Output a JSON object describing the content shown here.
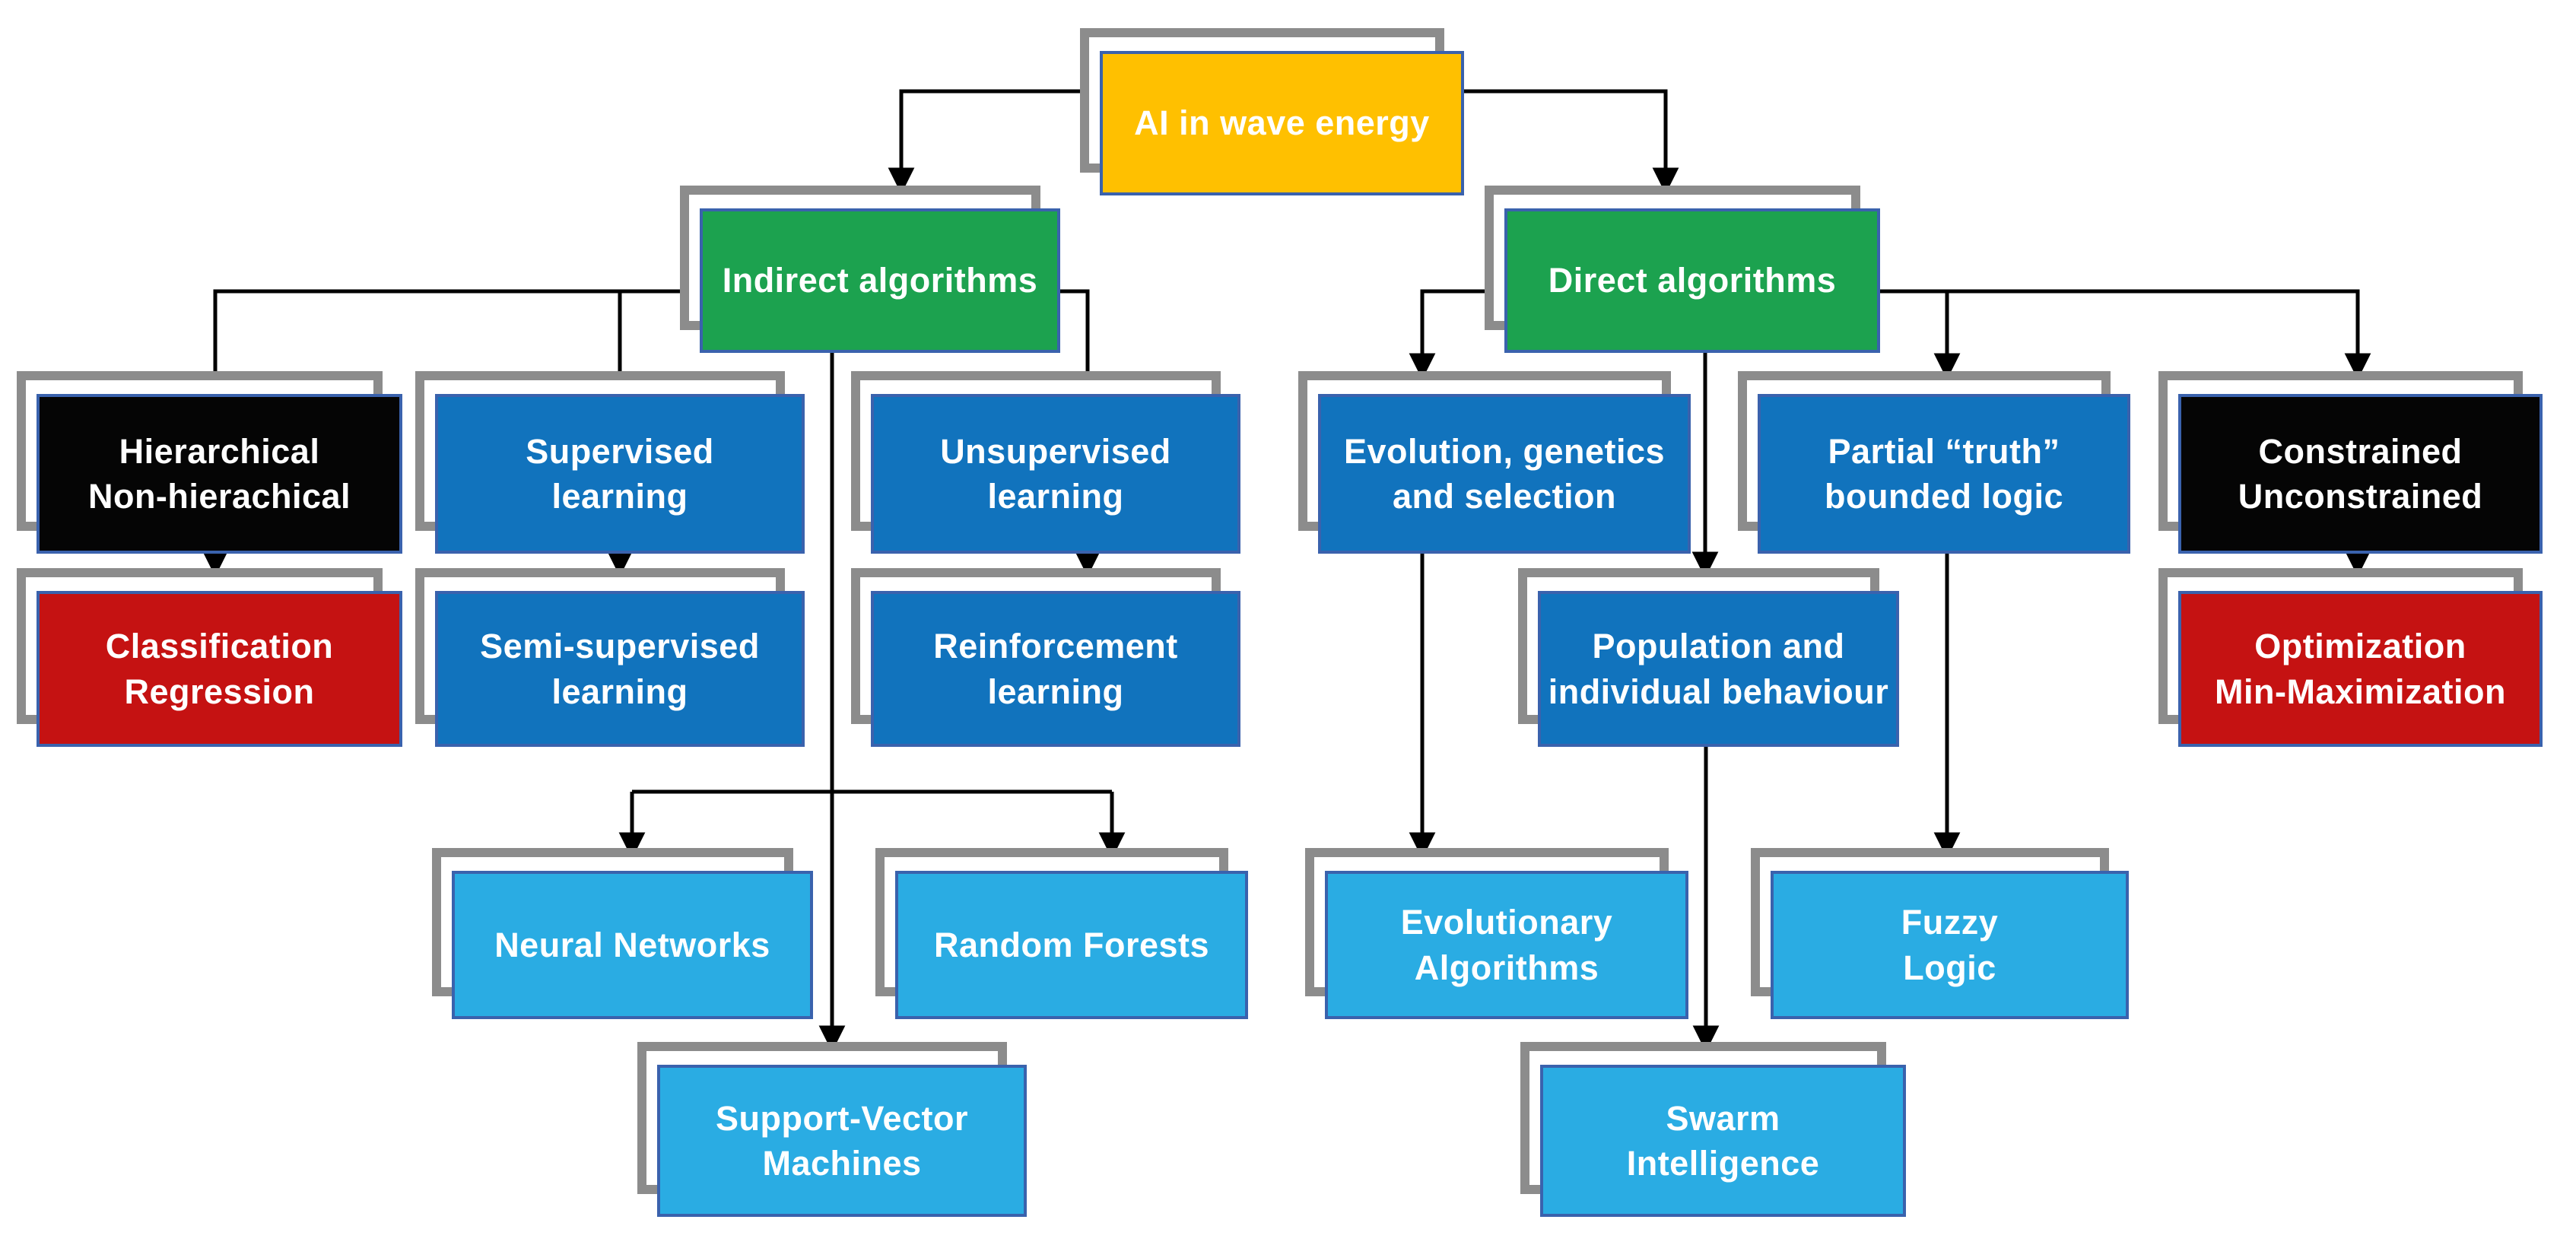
{
  "title": "AI in wave energy taxonomy diagram",
  "palette": {
    "root_fill": "#FFC000",
    "branch_fill": "#1CA24F",
    "category_fill": "#1173BD",
    "leaf_fill": "#2AACE3",
    "dual_option_fill": "#050505",
    "task_fill": "#C51212",
    "box_border": "#3A62AD",
    "shadow_border": "#8C8C8C",
    "connector": "#000000",
    "label_text": "#ffffff"
  },
  "nodes": {
    "root": {
      "label": "AI in wave energy",
      "fill": "#FFC000"
    },
    "indirect": {
      "label": "Indirect algorithms",
      "fill": "#1CA24F"
    },
    "direct": {
      "label": "Direct algorithms",
      "fill": "#1CA24F"
    },
    "hierarchical": {
      "label": "Hierarchical\nNon-hierachical",
      "fill": "#050505"
    },
    "supervised": {
      "label": "Supervised\nlearning",
      "fill": "#1173BD"
    },
    "unsupervised": {
      "label": "Unsupervised\nlearning",
      "fill": "#1173BD"
    },
    "evolution": {
      "label": "Evolution, genetics\nand selection",
      "fill": "#1173BD"
    },
    "partial_truth": {
      "label": "Partial “truth”\nbounded logic",
      "fill": "#1173BD"
    },
    "constrained": {
      "label": "Constrained\nUnconstrained",
      "fill": "#050505"
    },
    "classification": {
      "label": "Classification\nRegression",
      "fill": "#C51212"
    },
    "semi_supervised": {
      "label": "Semi-supervised\nlearning",
      "fill": "#1173BD"
    },
    "reinforcement": {
      "label": "Reinforcement\nlearning",
      "fill": "#1173BD"
    },
    "population": {
      "label": "Population and\nindividual behaviour",
      "fill": "#1173BD"
    },
    "optimization": {
      "label": "Optimization\nMin-Maximization",
      "fill": "#C51212"
    },
    "neural_networks": {
      "label": "Neural Networks",
      "fill": "#2AACE3"
    },
    "random_forests": {
      "label": "Random Forests",
      "fill": "#2AACE3"
    },
    "svm": {
      "label": "Support-Vector\nMachines",
      "fill": "#2AACE3"
    },
    "evolutionary": {
      "label": "Evolutionary\nAlgorithms",
      "fill": "#2AACE3"
    },
    "fuzzy": {
      "label": "Fuzzy\nLogic",
      "fill": "#2AACE3"
    },
    "swarm": {
      "label": "Swarm\nIntelligence",
      "fill": "#2AACE3"
    }
  },
  "edges": [
    {
      "from": "root",
      "to": "indirect"
    },
    {
      "from": "root",
      "to": "direct"
    },
    {
      "from": "indirect",
      "to": "hierarchical"
    },
    {
      "from": "indirect",
      "to": "supervised"
    },
    {
      "from": "indirect",
      "to": "unsupervised"
    },
    {
      "from": "indirect",
      "to": "neural_networks"
    },
    {
      "from": "indirect",
      "to": "random_forests"
    },
    {
      "from": "indirect",
      "to": "svm"
    },
    {
      "from": "hierarchical",
      "to": "classification"
    },
    {
      "from": "supervised",
      "to": "semi_supervised"
    },
    {
      "from": "unsupervised",
      "to": "reinforcement"
    },
    {
      "from": "direct",
      "to": "evolution"
    },
    {
      "from": "direct",
      "to": "population"
    },
    {
      "from": "direct",
      "to": "partial_truth"
    },
    {
      "from": "direct",
      "to": "constrained"
    },
    {
      "from": "evolution",
      "to": "evolutionary"
    },
    {
      "from": "partial_truth",
      "to": "fuzzy"
    },
    {
      "from": "population",
      "to": "swarm"
    },
    {
      "from": "constrained",
      "to": "optimization"
    }
  ]
}
